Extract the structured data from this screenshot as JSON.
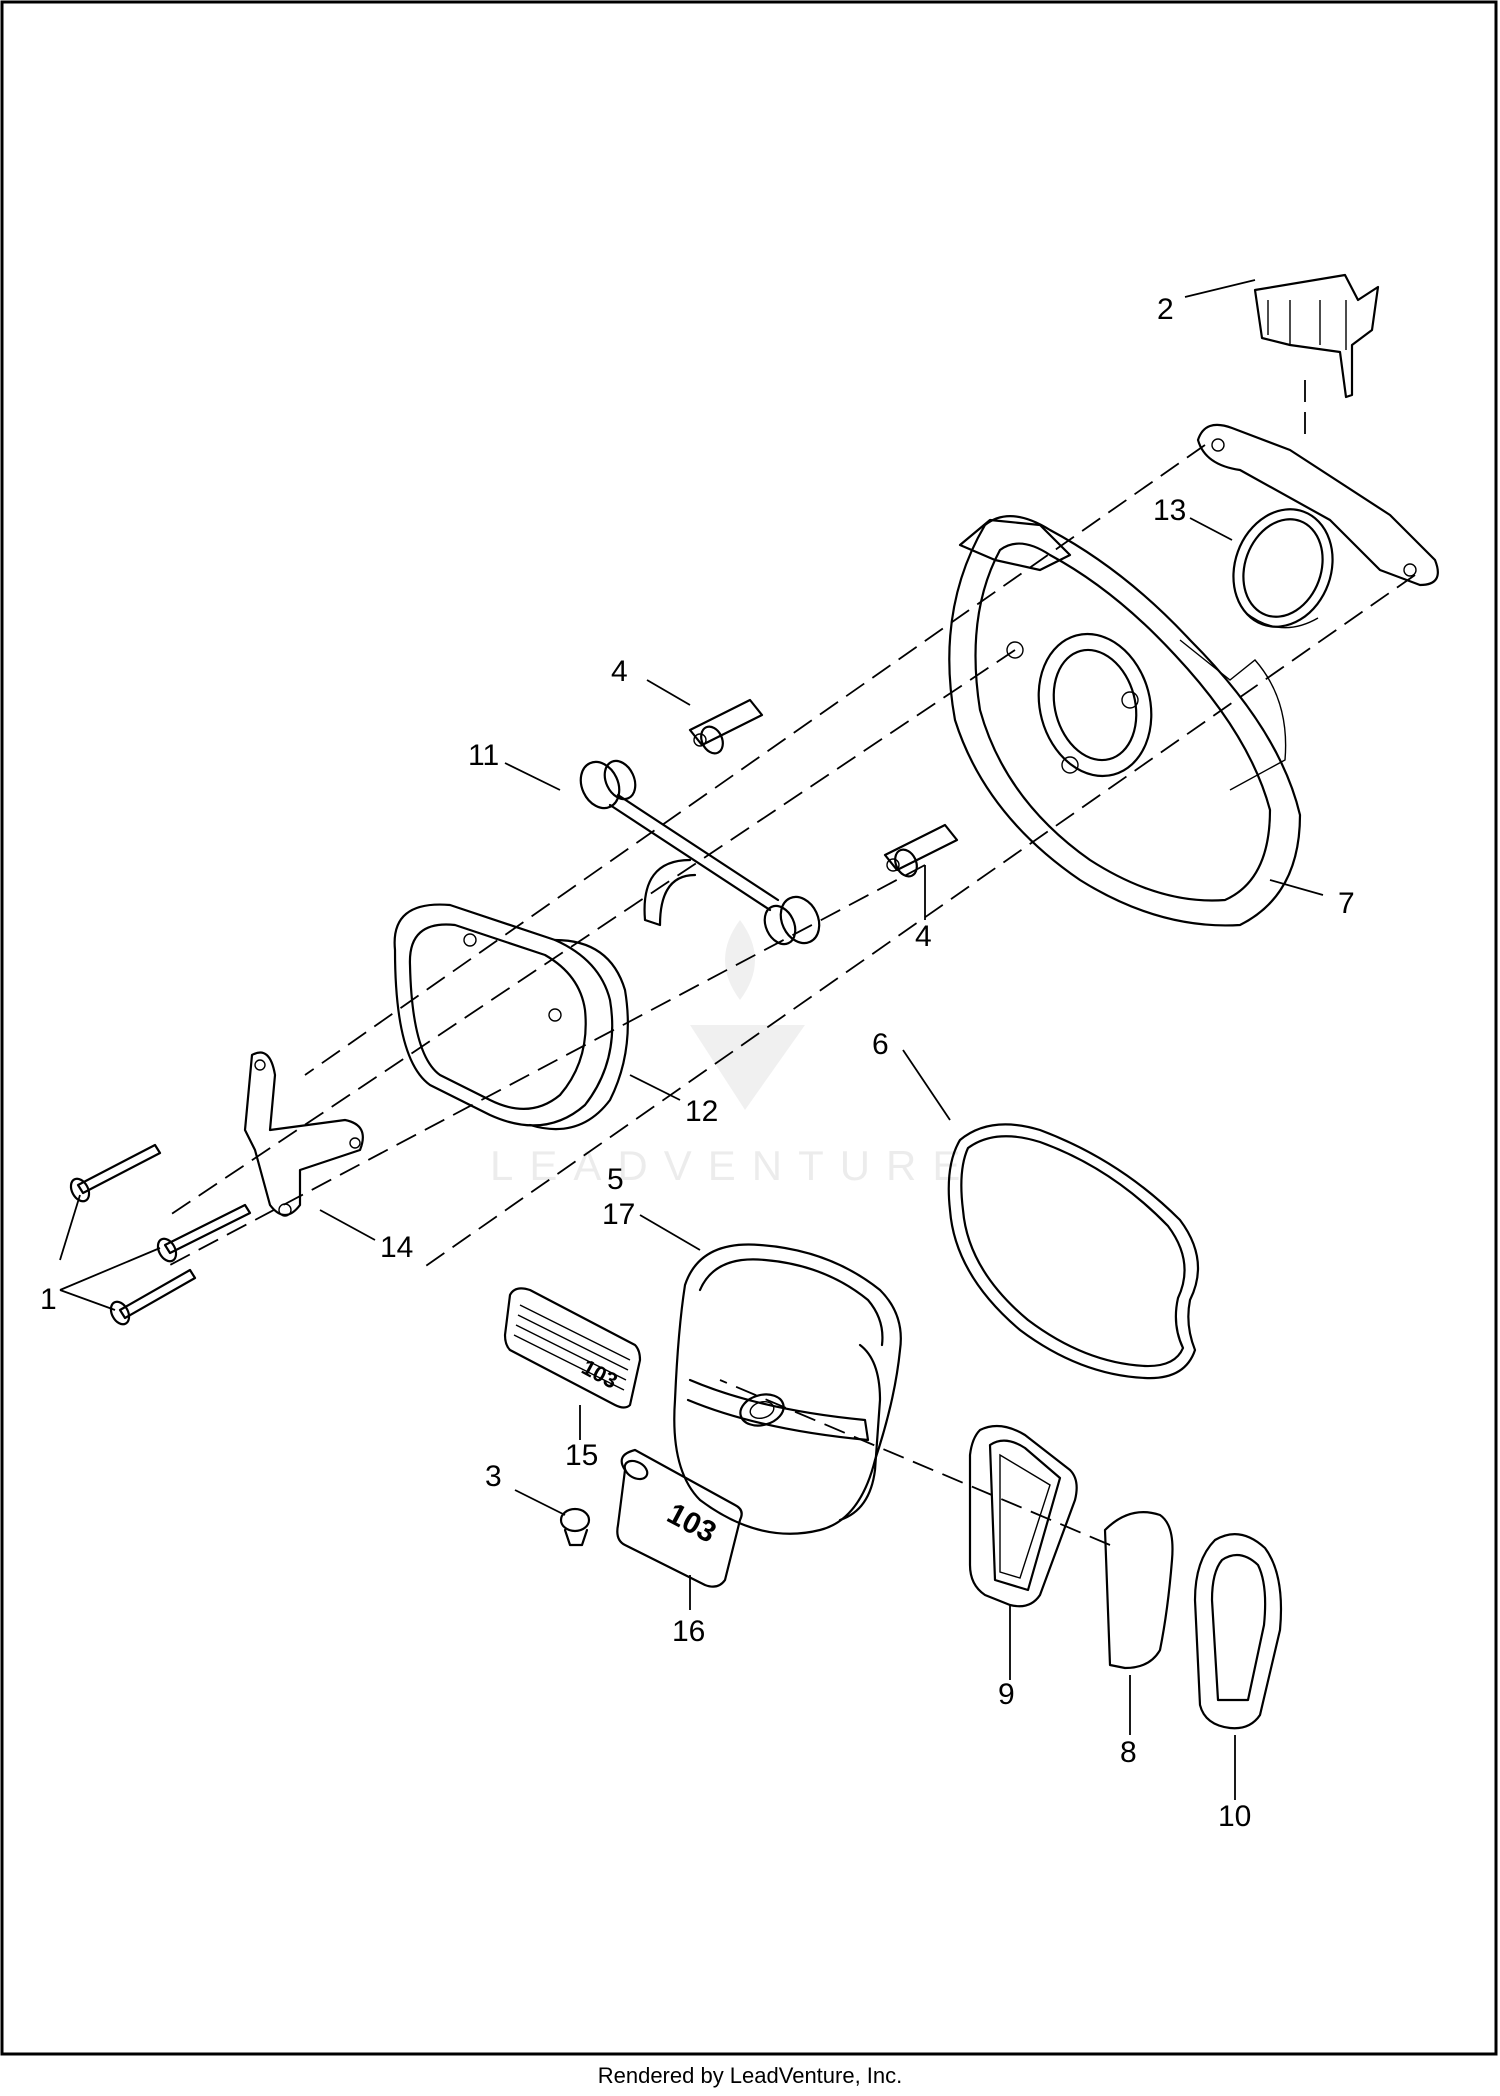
{
  "callouts": [
    {
      "id": "c2",
      "label": "2"
    },
    {
      "id": "c13",
      "label": "13"
    },
    {
      "id": "c4a",
      "label": "4"
    },
    {
      "id": "c11",
      "label": "11"
    },
    {
      "id": "c4b",
      "label": "4"
    },
    {
      "id": "c7",
      "label": "7"
    },
    {
      "id": "c12",
      "label": "12"
    },
    {
      "id": "c6",
      "label": "6"
    },
    {
      "id": "c5",
      "label": "5"
    },
    {
      "id": "c17",
      "label": "17"
    },
    {
      "id": "c14",
      "label": "14"
    },
    {
      "id": "c1",
      "label": "1"
    },
    {
      "id": "c15",
      "label": "15"
    },
    {
      "id": "c3",
      "label": "3"
    },
    {
      "id": "c16",
      "label": "16"
    },
    {
      "id": "c9",
      "label": "9"
    },
    {
      "id": "c8",
      "label": "8"
    },
    {
      "id": "c10",
      "label": "10"
    }
  ],
  "badge_text": "103",
  "watermark": "LEADVENTURE",
  "footer": "Rendered by LeadVenture, Inc."
}
